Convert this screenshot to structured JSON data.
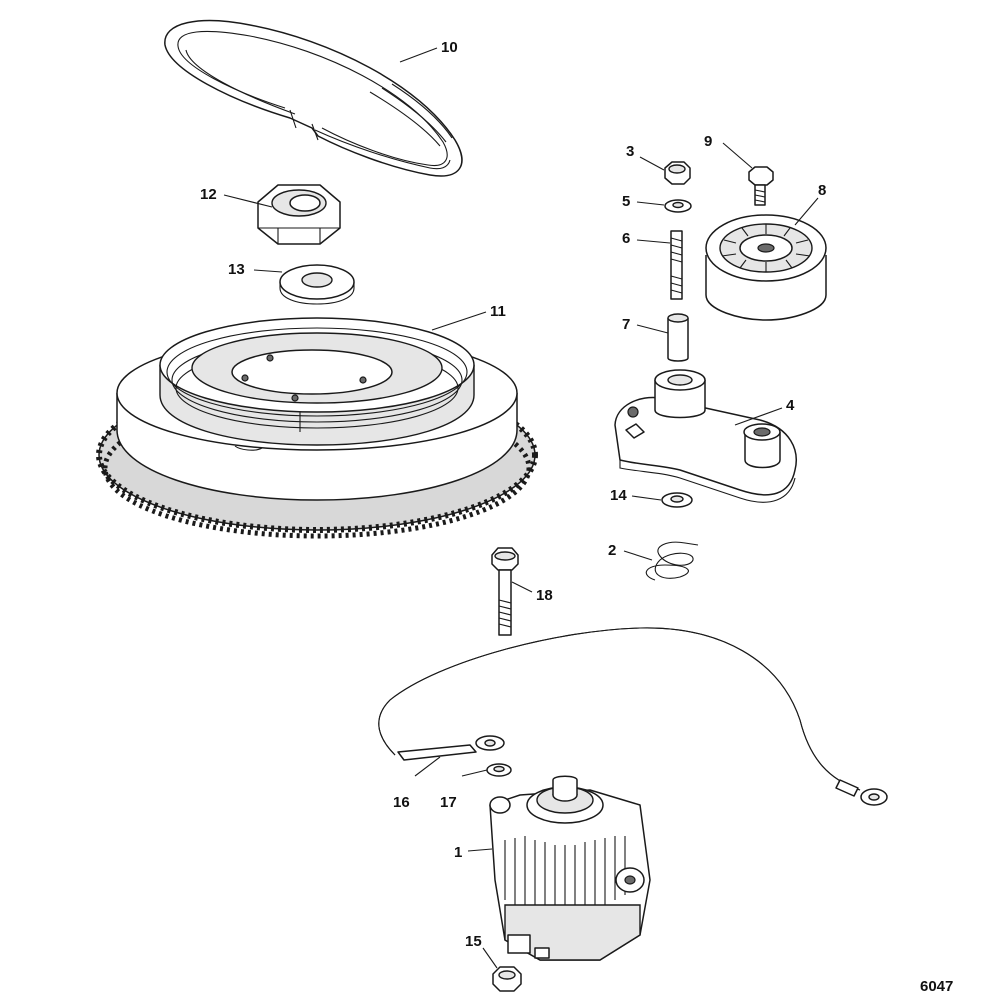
{
  "diagram": {
    "figure_number": "6047",
    "callouts": [
      {
        "id": "1",
        "part": "alternator"
      },
      {
        "id": "2",
        "part": "spring"
      },
      {
        "id": "3",
        "part": "nut"
      },
      {
        "id": "4",
        "part": "tensioner-arm"
      },
      {
        "id": "5",
        "part": "washer"
      },
      {
        "id": "6",
        "part": "stud"
      },
      {
        "id": "7",
        "part": "sleeve"
      },
      {
        "id": "8",
        "part": "idler-pulley"
      },
      {
        "id": "9",
        "part": "bolt"
      },
      {
        "id": "10",
        "part": "drive-belt"
      },
      {
        "id": "11",
        "part": "flywheel"
      },
      {
        "id": "12",
        "part": "flywheel-nut"
      },
      {
        "id": "13",
        "part": "flywheel-washer"
      },
      {
        "id": "14",
        "part": "washer"
      },
      {
        "id": "15",
        "part": "nut"
      },
      {
        "id": "16",
        "part": "ground-cable"
      },
      {
        "id": "17",
        "part": "washer"
      },
      {
        "id": "18",
        "part": "bolt"
      }
    ]
  }
}
